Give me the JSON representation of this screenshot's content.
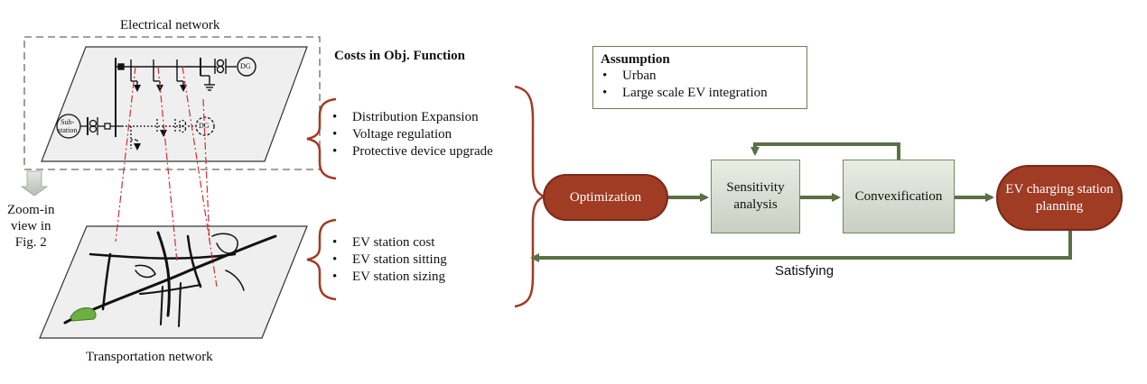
{
  "left": {
    "electrical_label": "Electrical network",
    "transport_label": "Transportation network",
    "zoom_label": [
      "Zoom-in",
      "view in",
      "Fig. 2"
    ],
    "substation_label": [
      "Sub-",
      "station"
    ],
    "dg_label": "DG"
  },
  "costs": {
    "title": "Costs in Obj. Function",
    "group1": [
      "Distribution Expansion",
      "Voltage regulation",
      "Protective device upgrade"
    ],
    "group2": [
      "EV station cost",
      "EV station sitting",
      "EV station sizing"
    ]
  },
  "assumption": {
    "title": "Assumption",
    "items": [
      "Urban",
      "Large scale EV integration"
    ]
  },
  "flow": {
    "optimization": "Optimization",
    "sensitivity": [
      "Sensitivity",
      "analysis"
    ],
    "convexification": "Convexification",
    "ev_planning": [
      "EV charging station",
      "planning"
    ],
    "satisfying": "Satisfying"
  },
  "colors": {
    "accent_red": "#a03b24",
    "arrow_green": "#5b7045",
    "box_border": "#6f8a5a",
    "dash_red": "#d03030"
  }
}
